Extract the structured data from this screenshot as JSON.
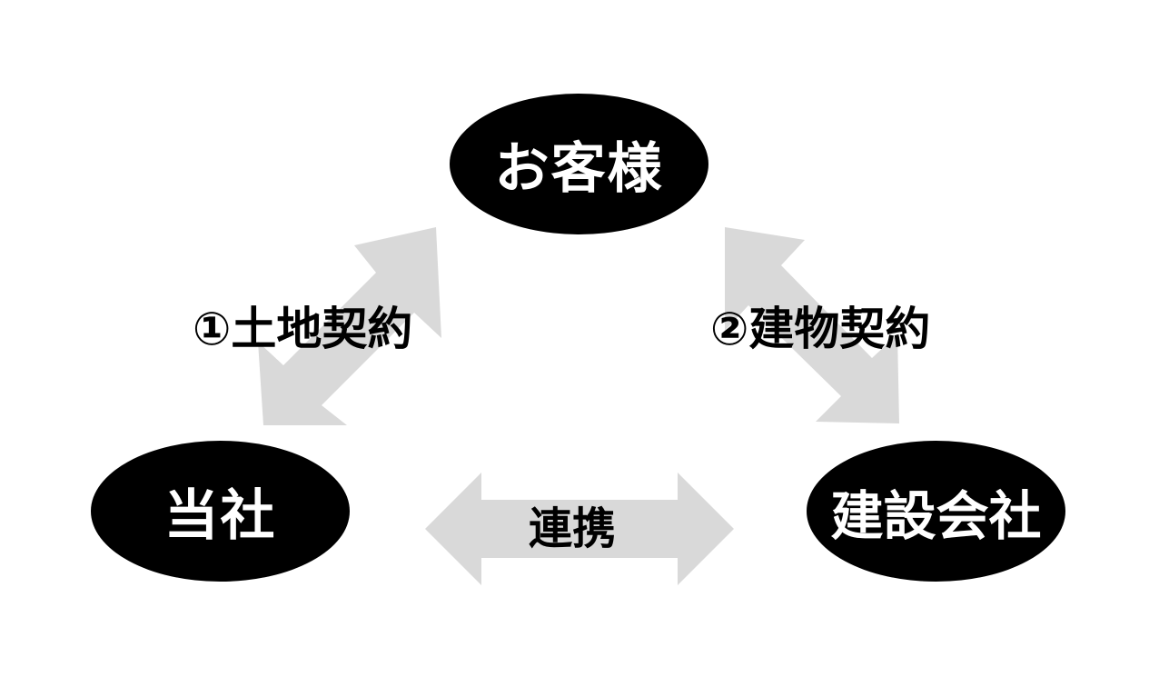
{
  "colors": {
    "node_fill": "#000000",
    "node_text": "#ffffff",
    "arrow_fill": "#d9d9d9",
    "label_text": "#000000",
    "background": "#ffffff"
  },
  "nodes": {
    "customer": "お客様",
    "company": "当社",
    "builder": "建設会社"
  },
  "edges": {
    "land_contract": "①土地契約",
    "building_contract": "②建物契約",
    "cooperation": "連携"
  }
}
